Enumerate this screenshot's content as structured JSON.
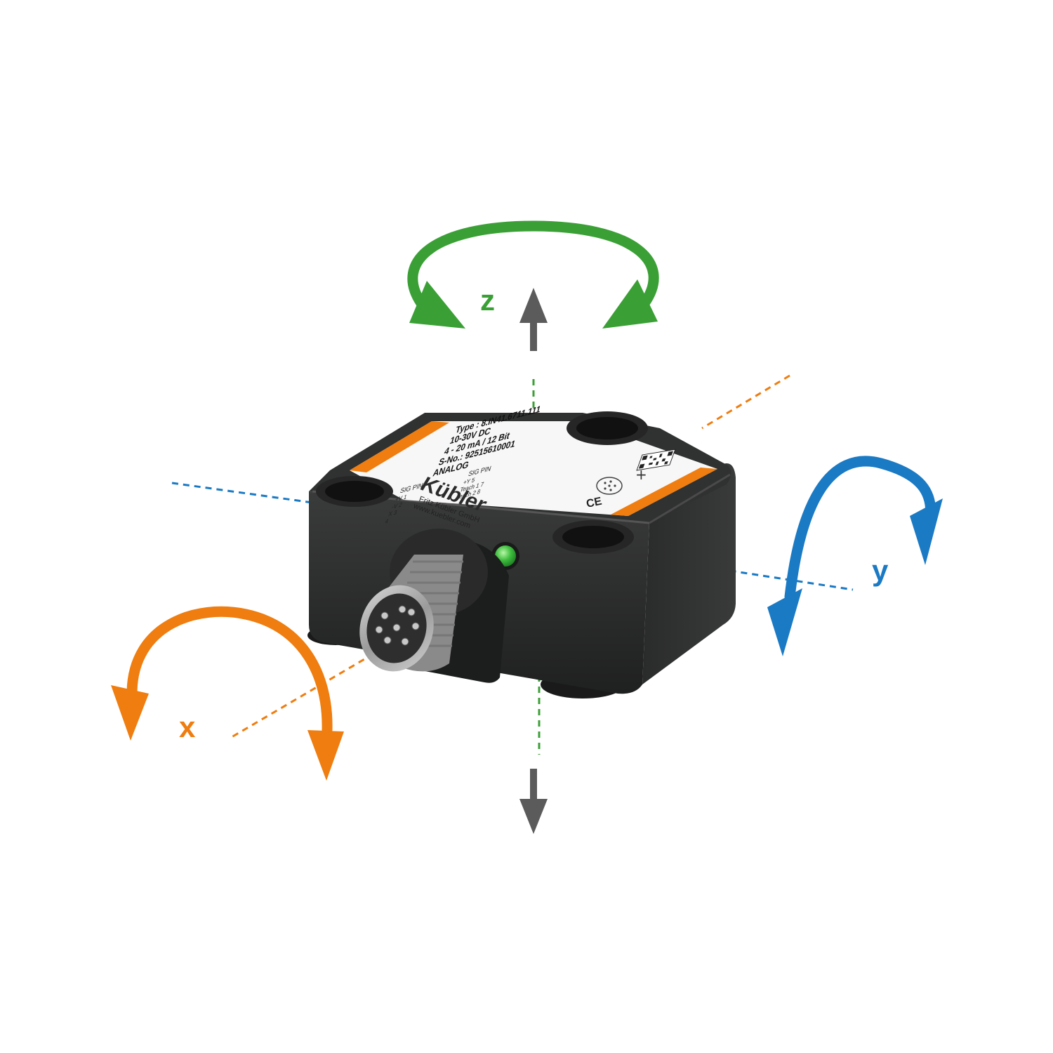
{
  "colors": {
    "x_axis": "#ef7d0f",
    "y_axis": "#1a7ac4",
    "z_axis": "#3aa035",
    "linear_arrow": "#5b5b5b",
    "housing": "#2b2c2c",
    "label_stripe": "#ef7d0f",
    "led": "#3fbf3f"
  },
  "axes": {
    "x": {
      "letter": "x",
      "rotation_icon": "curved-double-arrow-icon"
    },
    "y": {
      "letter": "y",
      "rotation_icon": "curved-double-arrow-icon"
    },
    "z": {
      "letter": "z",
      "rotation_icon": "curved-double-arrow-icon",
      "linear_icon": "straight-double-arrow-icon"
    }
  },
  "label": {
    "type_line": "Type : 8.IN41.6711.111",
    "voltage_line": "10-30V DC",
    "output_line": "4 - 20 mA / 12 Bit",
    "serial_line": "S-No.: 92515610001",
    "mode_line": "ANALOG",
    "table_header_left": "SIG   PIN",
    "table_header_right": "SIG   PIN",
    "pin_col1": [
      "+V  1",
      "-V  2",
      "X  3",
      "  4"
    ],
    "pin_col2": [
      "+Y  5",
      "Teach 1  7",
      "Teach 2  8"
    ],
    "brand": "Kübler",
    "company": "Fritz Kübler GmbH",
    "website": "www.kuebler.com",
    "ce_mark": "CE"
  },
  "device_icons": [
    "qr-code-icon",
    "connector-pinout-icon",
    "ce-mark-icon",
    "status-led-icon",
    "m12-connector-icon"
  ]
}
